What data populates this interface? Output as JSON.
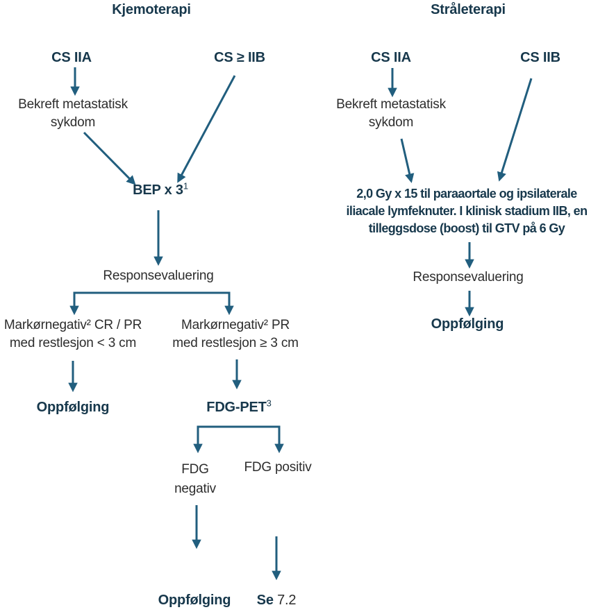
{
  "colors": {
    "heading_text": "#17384c",
    "body_text": "#2d2d2d",
    "arrow": "#215e7e"
  },
  "chemo": {
    "title": "Kjemoterapi",
    "cs_iia": "CS IIA",
    "cs_gte_iib": "CS ≥ IIB",
    "confirm_line1": "Bekreft metastatisk",
    "confirm_line2": "sykdom",
    "bep_label": "BEP x 3",
    "bep_footnote": "1",
    "response_label": "Responsevaluering",
    "branch_left_line1": "Markørnegativ² CR / PR",
    "branch_left_line2": "med restlesjon < 3 cm",
    "branch_right_line1": "Markørnegativ² PR",
    "branch_right_line2": "med restlesjon ≥ 3 cm",
    "followup_left": "Oppfølging",
    "fdg_pet_label": "FDG-PET",
    "fdg_pet_footnote": "3",
    "fdg_negative_line1": "FDG",
    "fdg_negative_line2": "negativ",
    "fdg_positive": "FDG positiv",
    "followup_bottom": "Oppfølging",
    "see_label": "Se",
    "see_ref": "7.2"
  },
  "radio": {
    "title": "Stråleterapi",
    "cs_iia": "CS IIA",
    "cs_iib": "CS IIB",
    "confirm_line1": "Bekreft metastatisk",
    "confirm_line2": "sykdom",
    "dose_line1": "2,0 Gy x 15 til paraaortale og ipsilaterale",
    "dose_line2": "iliacale lymfeknuter. I klinisk stadium IIB, en",
    "dose_line3": "tilleggsdose (boost) til GTV på 6 Gy",
    "response_label": "Responsevaluering",
    "followup": "Oppfølging"
  }
}
